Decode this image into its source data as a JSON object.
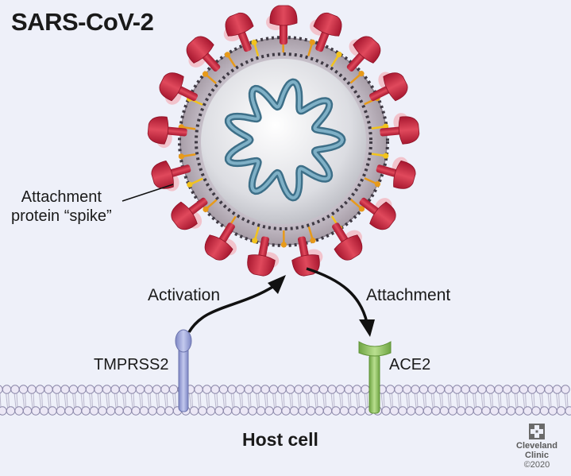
{
  "title": "SARS-CoV-2",
  "spike_label_line1": "Attachment",
  "spike_label_line2": "protein “spike”",
  "activation_label": "Activation",
  "attachment_label": "Attachment",
  "tmprss2_label": "TMPRSS2",
  "ace2_label": "ACE2",
  "host_cell_label": "Host cell",
  "logo": {
    "line1": "Cleveland",
    "line2": "Clinic",
    "copyright": "©2020"
  },
  "colors": {
    "background": "#eef0f9",
    "spike": "#c8263f",
    "spike_halo": "#f2b8c0",
    "membrane_ball": "#ece8f6",
    "membrane_outline": "#8a86a8",
    "rna": "#5d8fa8",
    "tmprss2": "#9aa3d6",
    "ace2": "#96c466",
    "lipid_yellow": "#f2c31d",
    "lipid_orange": "#e79a1a"
  }
}
